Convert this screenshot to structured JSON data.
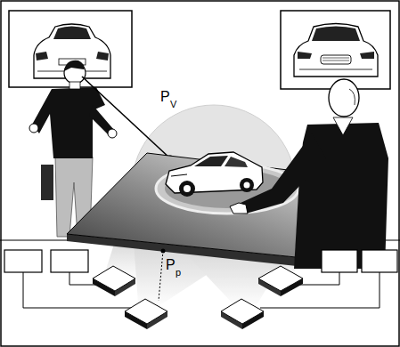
{
  "diagram": {
    "labels": [
      "P",
      "V",
      "P",
      "p"
    ]
  }
}
